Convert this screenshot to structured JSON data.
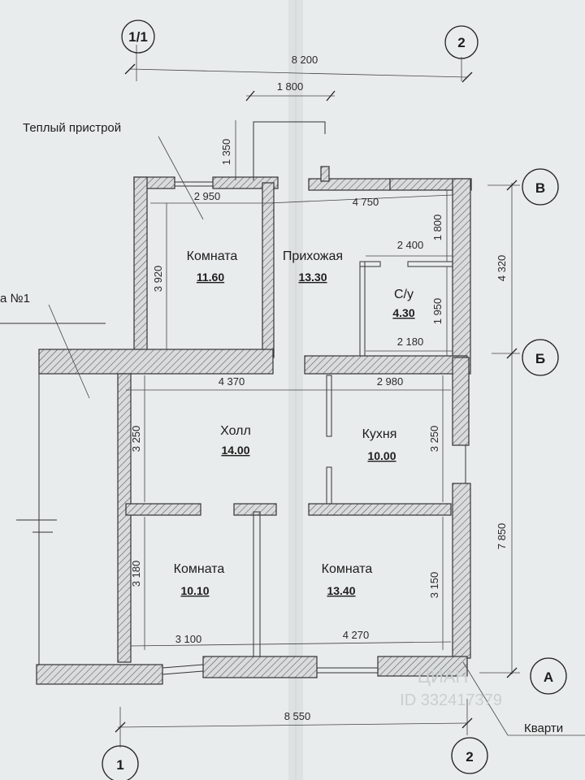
{
  "note_warm_extension": "Теплый пристрой",
  "note_left_partial": "а №1",
  "note_bottom_partial": "Кварти",
  "watermark": "ЦИАН",
  "watermark_id": "ID 332417379",
  "axes": {
    "top_left": "1/1",
    "top_right": "2",
    "bottom_left": "1",
    "bottom_right": "2",
    "right_top": "В",
    "right_mid": "Б",
    "right_bottom": "А"
  },
  "rooms": [
    {
      "name": "Комната",
      "area": "11.60"
    },
    {
      "name": "Прихожая",
      "area": "13.30"
    },
    {
      "name": "С/у",
      "area": "4.30"
    },
    {
      "name": "Холл",
      "area": "14.00"
    },
    {
      "name": "Кухня",
      "area": "10.00"
    },
    {
      "name": "Комната",
      "area": "10.10"
    },
    {
      "name": "Комната",
      "area": "13.40"
    }
  ],
  "dimensions": {
    "top_overall": "8 200",
    "porch_width": "1 800",
    "porch_depth": "1 350",
    "room1_width": "2 950",
    "hall_top_width": "4 750",
    "room1_height": "3 920",
    "wc_top_offset": "1 800",
    "wc_width_top": "2 400",
    "wc_height": "1 950",
    "wc_width_bottom": "2 180",
    "right_upper": "4 320",
    "right_overall": "7 850",
    "hall_width": "4 370",
    "kitchen_width": "2 980",
    "hall_height": "3 250",
    "kitchen_height": "3 250",
    "room3_height": "3 180",
    "room4_height": "3 150",
    "room3_width": "3 100",
    "room4_width": "4 270",
    "bottom_overall": "8 550"
  }
}
